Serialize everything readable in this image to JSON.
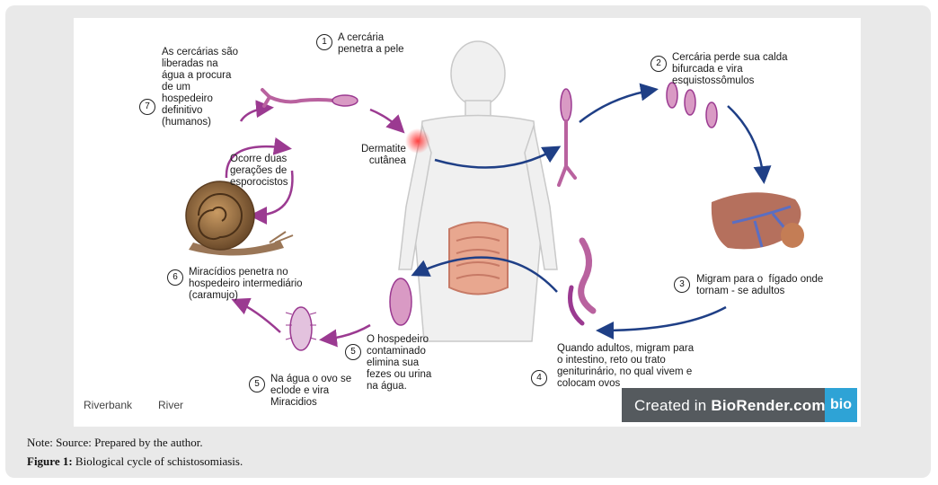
{
  "steps": {
    "s1": {
      "num": "1",
      "text": "A cercária\npenetra a pele"
    },
    "s2": {
      "num": "2",
      "text": "Cercária perde sua calda\nbifurcada e vira\nesquistossômulos"
    },
    "s3": {
      "num": "3",
      "text": "Migram para o  fígado onde\ntornam - se adultos"
    },
    "s4": {
      "num": "4",
      "text": "Quando adultos, migram para\no intestino, reto ou trato\ngeniturinário, no qual vivem e\ncolocam ovos"
    },
    "s5a": {
      "num": "5",
      "text": "O hospedeiro\ncontaminado\nelimina sua\nfezes ou urina\nna água."
    },
    "s5b": {
      "num": "5",
      "text": "Na água o ovo se\neclode e vira\nMiracidios"
    },
    "s6": {
      "num": "6",
      "text": "Miracídios penetra no\nhospedeiro intermediário\n(caramujo)"
    },
    "s7": {
      "num": "7",
      "text": "As cercárias são\nliberadas na\nágua a procura\nde um\nhospedeiro\ndefinitivo\n(humanos)"
    }
  },
  "labels": {
    "dermatite": "Dermatite\ncutânea",
    "sporocysts": "Ocorre duas\ngerações de\nesporocistos"
  },
  "legend": {
    "riverbank": "Riverbank",
    "river": "River"
  },
  "badge": {
    "created": "Created in ",
    "brand": "BioRender.com",
    "logo": "bio"
  },
  "caption": {
    "note": "Note: Source: Prepared by the author.",
    "figure_label": "Figure 1:",
    "figure_text": " Biological cycle of schistosomiasis."
  },
  "colors": {
    "arrow_blue": "#1f3f86",
    "arrow_purple": "#9b3a91",
    "parasite": "#b9629f"
  }
}
